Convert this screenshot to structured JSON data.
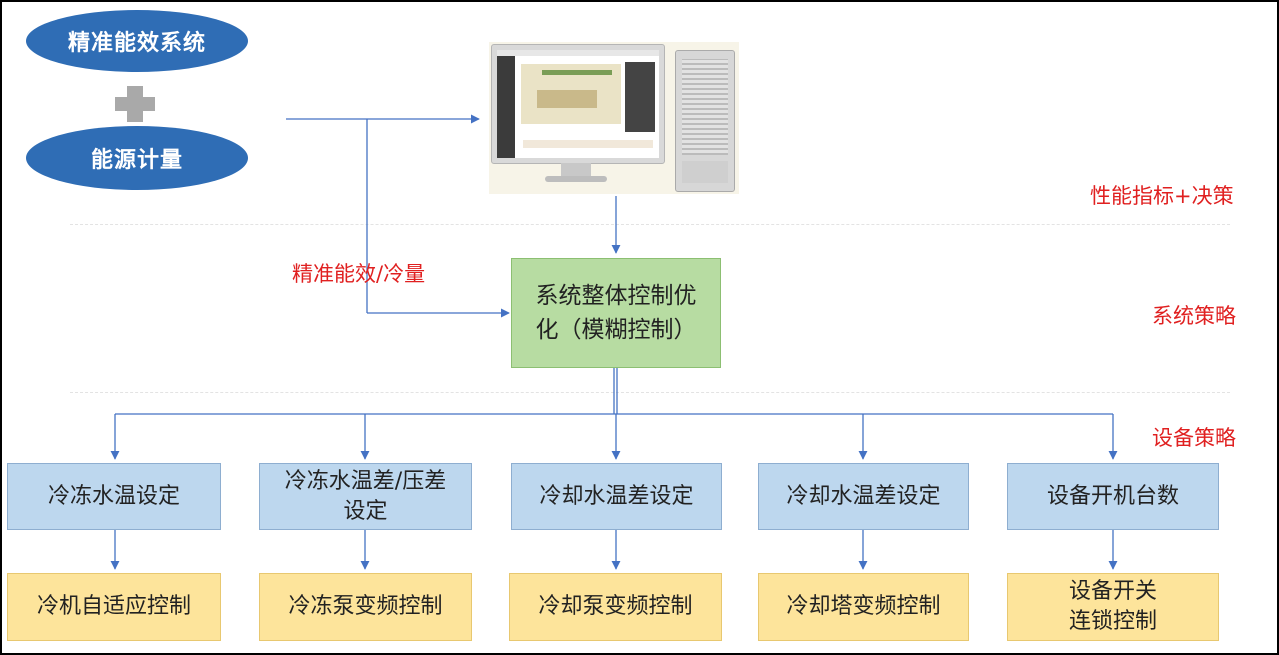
{
  "inputs": {
    "top": "精准能效系统",
    "bottom": "能源计量"
  },
  "flow_label": "精准能效/冷量",
  "levels": {
    "performance": "性能指标+决策",
    "system": "系统策略",
    "equipment": "设备策略"
  },
  "system_box": "系统整体控制优\n化（模糊控制）",
  "settings": [
    "冷冻水温设定",
    "冷冻水温差/压差\n设定",
    "冷却水温差设定",
    "冷却水温差设定",
    "设备开机台数"
  ],
  "controls": [
    "冷机自适应控制",
    "冷冻泵变频控制",
    "冷却泵变频控制",
    "冷却塔变频控制",
    "设备开关\n连锁控制"
  ],
  "colors": {
    "ellipse": "#2f6db5",
    "settings_fill": "#bdd7ee",
    "controls_fill": "#fde49b",
    "system_fill": "#b7dca2",
    "arrow": "#4472c4",
    "label_red": "#e02020"
  }
}
